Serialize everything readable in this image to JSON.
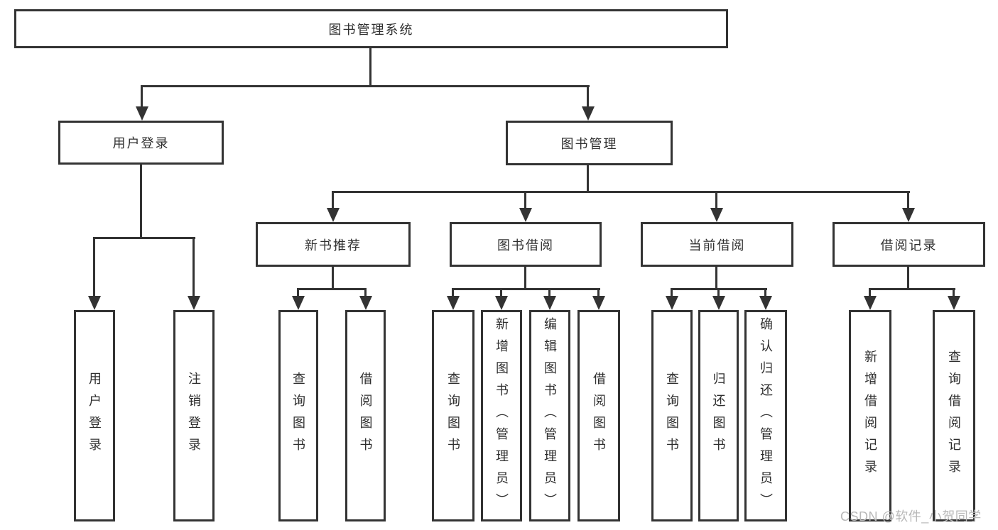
{
  "colors": {
    "line": "#333333",
    "text": "#2f2f2f",
    "watermark": "#b8b8b8",
    "background": "#ffffff"
  },
  "watermark": {
    "text": "CSDN @软件_小贺同学"
  },
  "tree": {
    "label": "图书管理系统",
    "children": [
      {
        "label": "用户登录",
        "children": [
          {
            "label": "用户登录"
          },
          {
            "label": "注销登录"
          }
        ]
      },
      {
        "label": "图书管理",
        "children": [
          {
            "label": "新书推荐",
            "children": [
              {
                "label": "查询图书"
              },
              {
                "label": "借阅图书"
              }
            ]
          },
          {
            "label": "图书借阅",
            "children": [
              {
                "label": "查询图书"
              },
              {
                "label": "新增图书（管理员）"
              },
              {
                "label": "编辑图书（管理员）"
              },
              {
                "label": "借阅图书"
              }
            ]
          },
          {
            "label": "当前借阅",
            "children": [
              {
                "label": "查询图书"
              },
              {
                "label": "归还图书"
              },
              {
                "label": "确认归还（管理员）"
              }
            ]
          },
          {
            "label": "借阅记录",
            "children": [
              {
                "label": "新增借阅记录"
              },
              {
                "label": "查询借阅记录"
              }
            ]
          }
        ]
      }
    ]
  }
}
